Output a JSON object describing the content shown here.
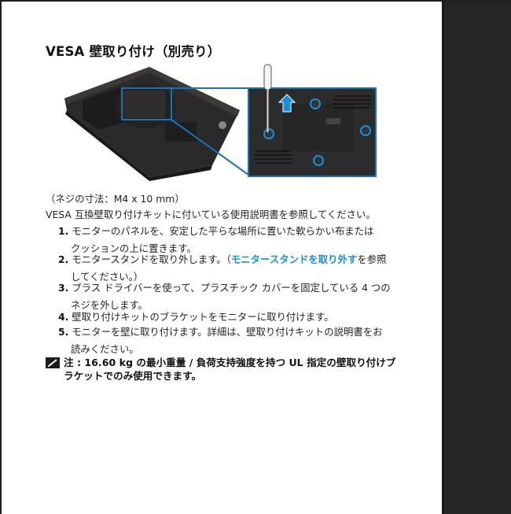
{
  "section": {
    "title": "VESA 壁取り付け（別売り）"
  },
  "figure": {
    "description": "monitor-back-vesa-screw-removal",
    "highlight_color": "#1a72b8",
    "arrow_color": "#1a8fd8"
  },
  "screw_spec": "（ネジの寸法：M4 x 10 mm）",
  "intro": "VESA 互換壁取り付けキットに付いている使用説明書を参照してください。",
  "steps": [
    {
      "num": "1.",
      "line1": "モニターのパネルを、安定した平らな場所に置いた軟らかい布または",
      "line2": "クッションの上に置きます。"
    },
    {
      "num": "2.",
      "line1_pre": "モニタースタンドを取り外します。（",
      "link": "モニタースタンドを取り外す",
      "line1_post": "を参照",
      "line2": "してください。）"
    },
    {
      "num": "3.",
      "line1": "プラス ドライバーを使って、プラスチック カバーを固定している 4 つの",
      "line2": "ネジを外します。"
    },
    {
      "num": "4.",
      "line1": "壁取り付けキットのブラケットをモニターに取り付けます。"
    },
    {
      "num": "5.",
      "line1": "モニターを壁に取り付けます。詳細は、壁取り付けキットの説明書をお",
      "line2": "読みください。"
    }
  ],
  "note": {
    "icon": "pencil-note-icon",
    "line1": "注 : 16.60 kg の最小重量 / 負荷支持強度を持つ UL 指定の壁取り付けブ",
    "line2": "ラケットでのみ使用できます。"
  }
}
